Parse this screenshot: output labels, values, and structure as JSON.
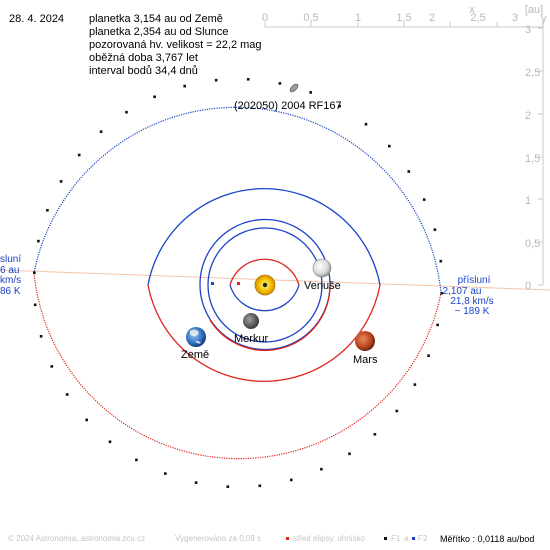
{
  "header": {
    "date": "28. 4. 2024",
    "info_lines": [
      "planetka 3,154 au od Země",
      "planetka 2,354 au od Slunce",
      "pozorovaná hv. velikost = 22,2 mag",
      "oběžná doba 3,767 let",
      "interval bodů 34,4 dnů"
    ]
  },
  "asteroid": {
    "name": "(202050) 2004 RF167"
  },
  "planets": {
    "venus": "Venuše",
    "mercury": "Merkur",
    "earth": "Země",
    "mars": "Mars"
  },
  "perihelion": [
    "přísluní",
    "2,107 au",
    "21,8 km/s",
    "~ 189 K"
  ],
  "aphelion_partial": [
    "sluní",
    "6 au",
    "km/s",
    "86 K"
  ],
  "axes": {
    "x_label": "x",
    "y_label": "y",
    "unit": "[au]",
    "x_ticks": [
      "0",
      "0,5",
      "1",
      "1,5",
      "2",
      "2,5",
      "3"
    ],
    "y_ticks": [
      "3",
      "2,5",
      "2",
      "1,5",
      "1",
      "0,5",
      "0"
    ]
  },
  "footer": {
    "copyright": "© 2024 Astronomia, astronomia.zcu.cz",
    "generated": "Vygenerováno za 0,09 s",
    "legend_center": "střed elipsy, ohnisko",
    "legend_f1": "F1",
    "legend_a": "a",
    "legend_f2": "F2",
    "scale": "Měřítko : 0,0118 au/bod"
  },
  "colors": {
    "blue": "#1a43c8",
    "red": "#e0251b",
    "apsides_line": "#f3c4a6",
    "axis_grey": "#c8c8c8"
  }
}
